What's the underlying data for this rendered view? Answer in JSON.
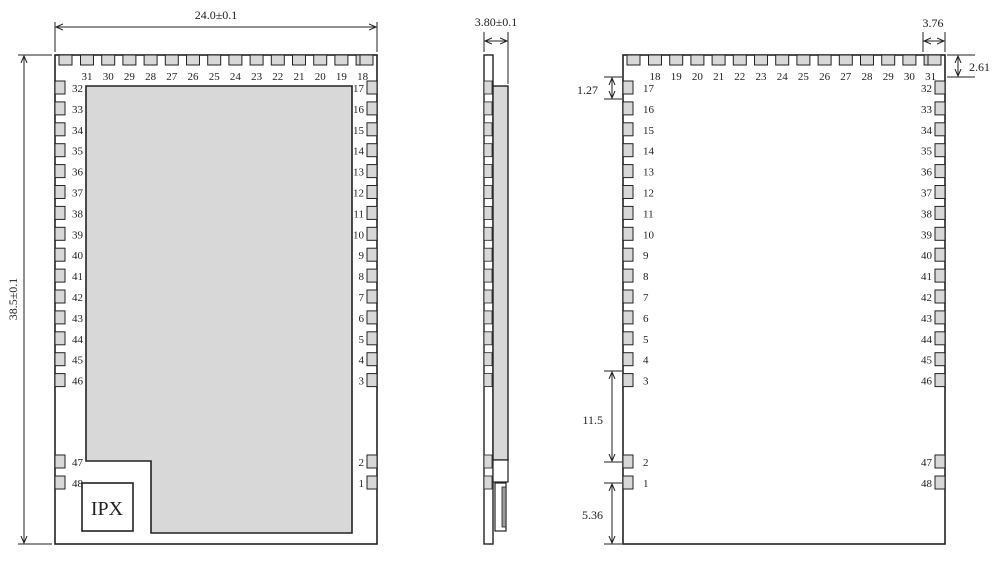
{
  "front": {
    "width_dim": "24.0±0.1",
    "height_dim": "38.5±0.1",
    "top_pins": [
      "31",
      "30",
      "29",
      "28",
      "27",
      "26",
      "25",
      "24",
      "23",
      "22",
      "21",
      "20",
      "19",
      "18"
    ],
    "left_pins": [
      "32",
      "33",
      "34",
      "35",
      "36",
      "37",
      "38",
      "39",
      "40",
      "41",
      "42",
      "43",
      "44",
      "45",
      "46"
    ],
    "right_pins": [
      "17",
      "16",
      "15",
      "14",
      "13",
      "12",
      "11",
      "10",
      "9",
      "8",
      "7",
      "6",
      "5",
      "4",
      "3"
    ],
    "left_bottom_pins": [
      "47",
      "48"
    ],
    "right_bottom_pins": [
      "2",
      "1"
    ],
    "connector_label": "IPX"
  },
  "side": {
    "thickness_dim": "3.80±0.1"
  },
  "back": {
    "pad_width_dim": "3.76",
    "pad_height_dim": "2.61",
    "pitch_dim": "1.27",
    "gap_dim": "11.5",
    "bottom_dim": "5.36",
    "top_pins": [
      "18",
      "19",
      "20",
      "21",
      "22",
      "23",
      "24",
      "25",
      "26",
      "27",
      "28",
      "29",
      "30",
      "31"
    ],
    "left_pins": [
      "17",
      "16",
      "15",
      "14",
      "13",
      "12",
      "11",
      "10",
      "9",
      "8",
      "7",
      "6",
      "5",
      "4",
      "3"
    ],
    "right_pins": [
      "32",
      "33",
      "34",
      "35",
      "36",
      "37",
      "38",
      "39",
      "40",
      "41",
      "42",
      "43",
      "44",
      "45",
      "46"
    ],
    "left_bottom_pins": [
      "2",
      "1"
    ],
    "right_bottom_pins": [
      "47",
      "48"
    ]
  }
}
